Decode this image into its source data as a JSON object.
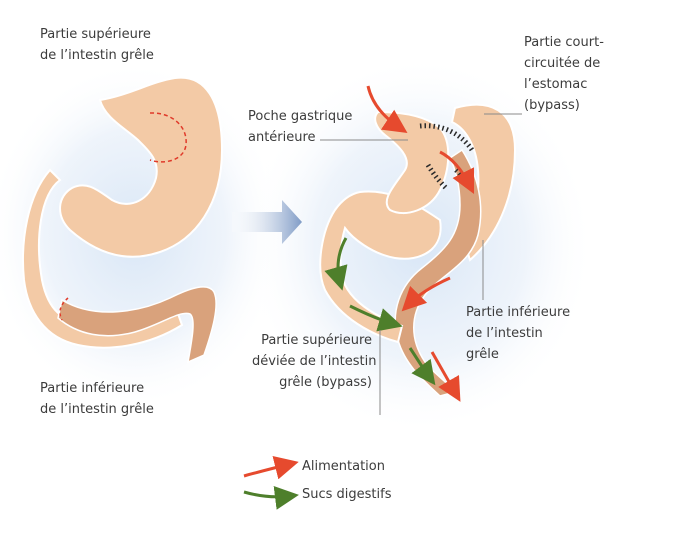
{
  "labels": {
    "left_top": [
      "Partie supérieure",
      "de l’intestin grêle"
    ],
    "left_bottom": [
      "Partie inférieure",
      "de l’intestin grêle"
    ],
    "pouch": [
      "Poche gastrique",
      "antérieure"
    ],
    "bypassed_stomach": [
      "Partie court-",
      "circuitée de",
      "l’estomac",
      "(bypass)"
    ],
    "lower_intestine_right": [
      "Partie inférieure",
      "de l’intestin",
      "grêle"
    ],
    "upper_intestine_diverted": [
      "Partie supérieure",
      "déviée de l’intestin",
      "grêle (bypass)"
    ]
  },
  "legend": {
    "food": "Alimentation",
    "juices": "Sucs digestifs"
  },
  "colors": {
    "organ_light": "#f3caa6",
    "organ_dark": "#d9a27c",
    "food_arrow": "#e64a2e",
    "juice_arrow": "#4e7f2b",
    "dashed_cut": "#e03a2a",
    "transition_arrow": "#8aa3c9",
    "glow": "#d8e6f6"
  }
}
